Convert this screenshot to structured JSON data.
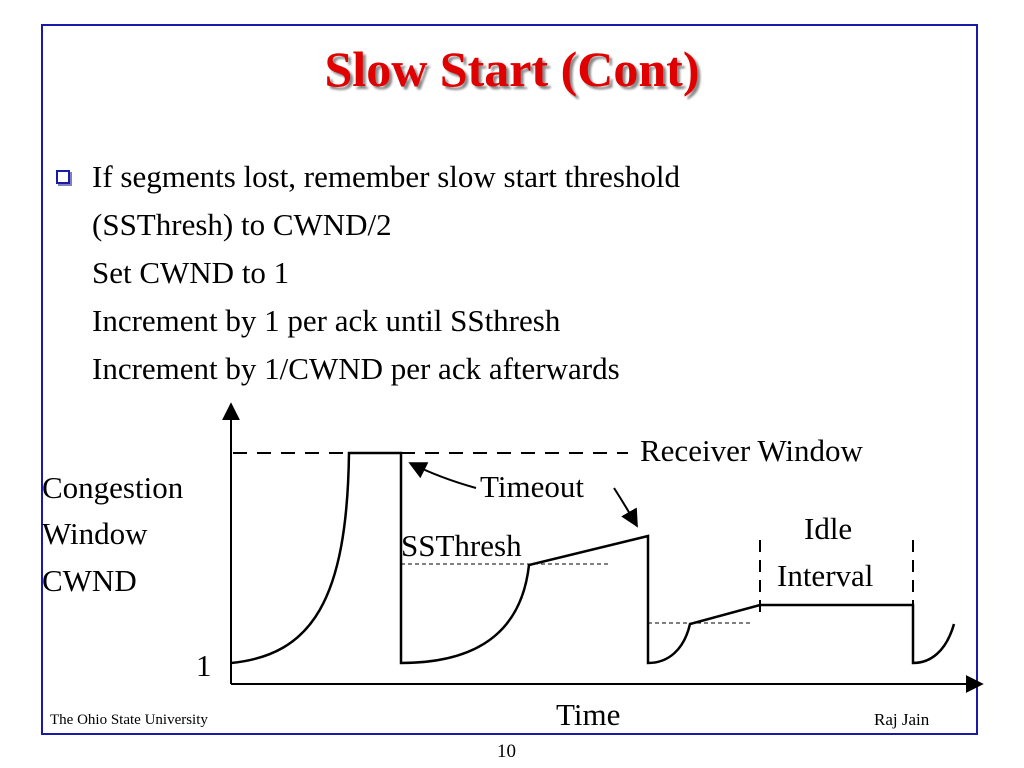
{
  "slide": {
    "title": "Slow Start (Cont)",
    "bullet_lines": [
      "If segments lost, remember slow start threshold",
      "(SSThresh) to CWND/2",
      "Set CWND to 1",
      "Increment by 1 per ack until SSthresh",
      "Increment by 1/CWND per ack afterwards"
    ],
    "colors": {
      "title": "#e00000",
      "border": "#1a1aa8"
    }
  },
  "diagram": {
    "receiver_window_label": "Receiver Window",
    "timeout_label": "Timeout",
    "ssthresh_label": "SSThresh",
    "idle_label_line1": "Idle",
    "idle_label_line2": "Interval",
    "ylabel_lines": [
      "Congestion",
      "Window",
      "CWND"
    ],
    "y_tick_label": "1",
    "xlabel": "Time"
  },
  "footer": {
    "left": "The Ohio State University",
    "right": "Raj Jain",
    "page_number": "10"
  }
}
